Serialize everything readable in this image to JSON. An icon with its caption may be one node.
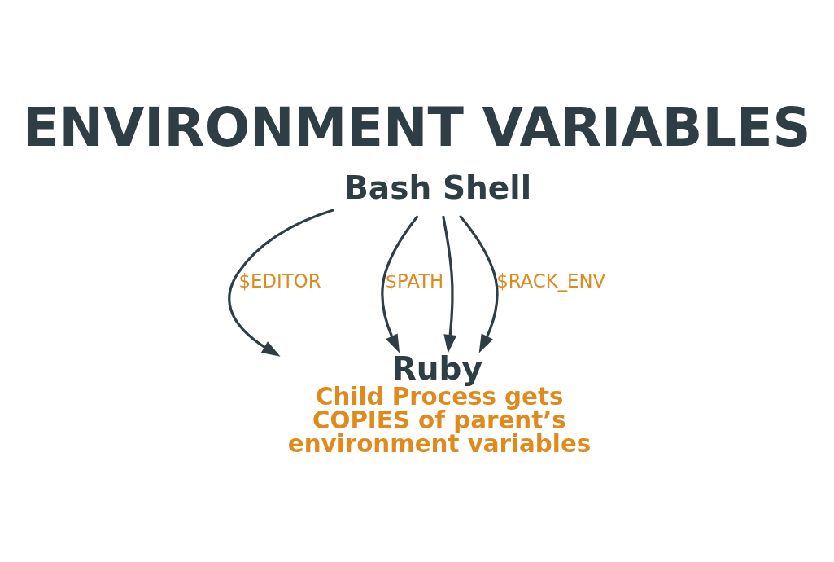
{
  "diagram": {
    "title": "ENVIRONMENT VARIABLES",
    "nodes": [
      {
        "text": [
          "Bash Shell"
        ]
      },
      {
        "text": [
          "Ruby"
        ],
        "beside": [
          "Child Process gets COPIES of parent’s environment variables"
        ]
      }
    ],
    "edges": [
      {
        "from": 0,
        "to": 1,
        "arrow": "to",
        "label": "$EDITOR"
      },
      {
        "from": 0,
        "to": 1,
        "arrow": "to",
        "label": "$PATH"
      },
      {
        "from": 0,
        "to": 1,
        "arrow": "to"
      },
      {
        "from": 0,
        "to": 1,
        "arrow": "to",
        "label": "$RACK_ENV"
      }
    ]
  }
}
